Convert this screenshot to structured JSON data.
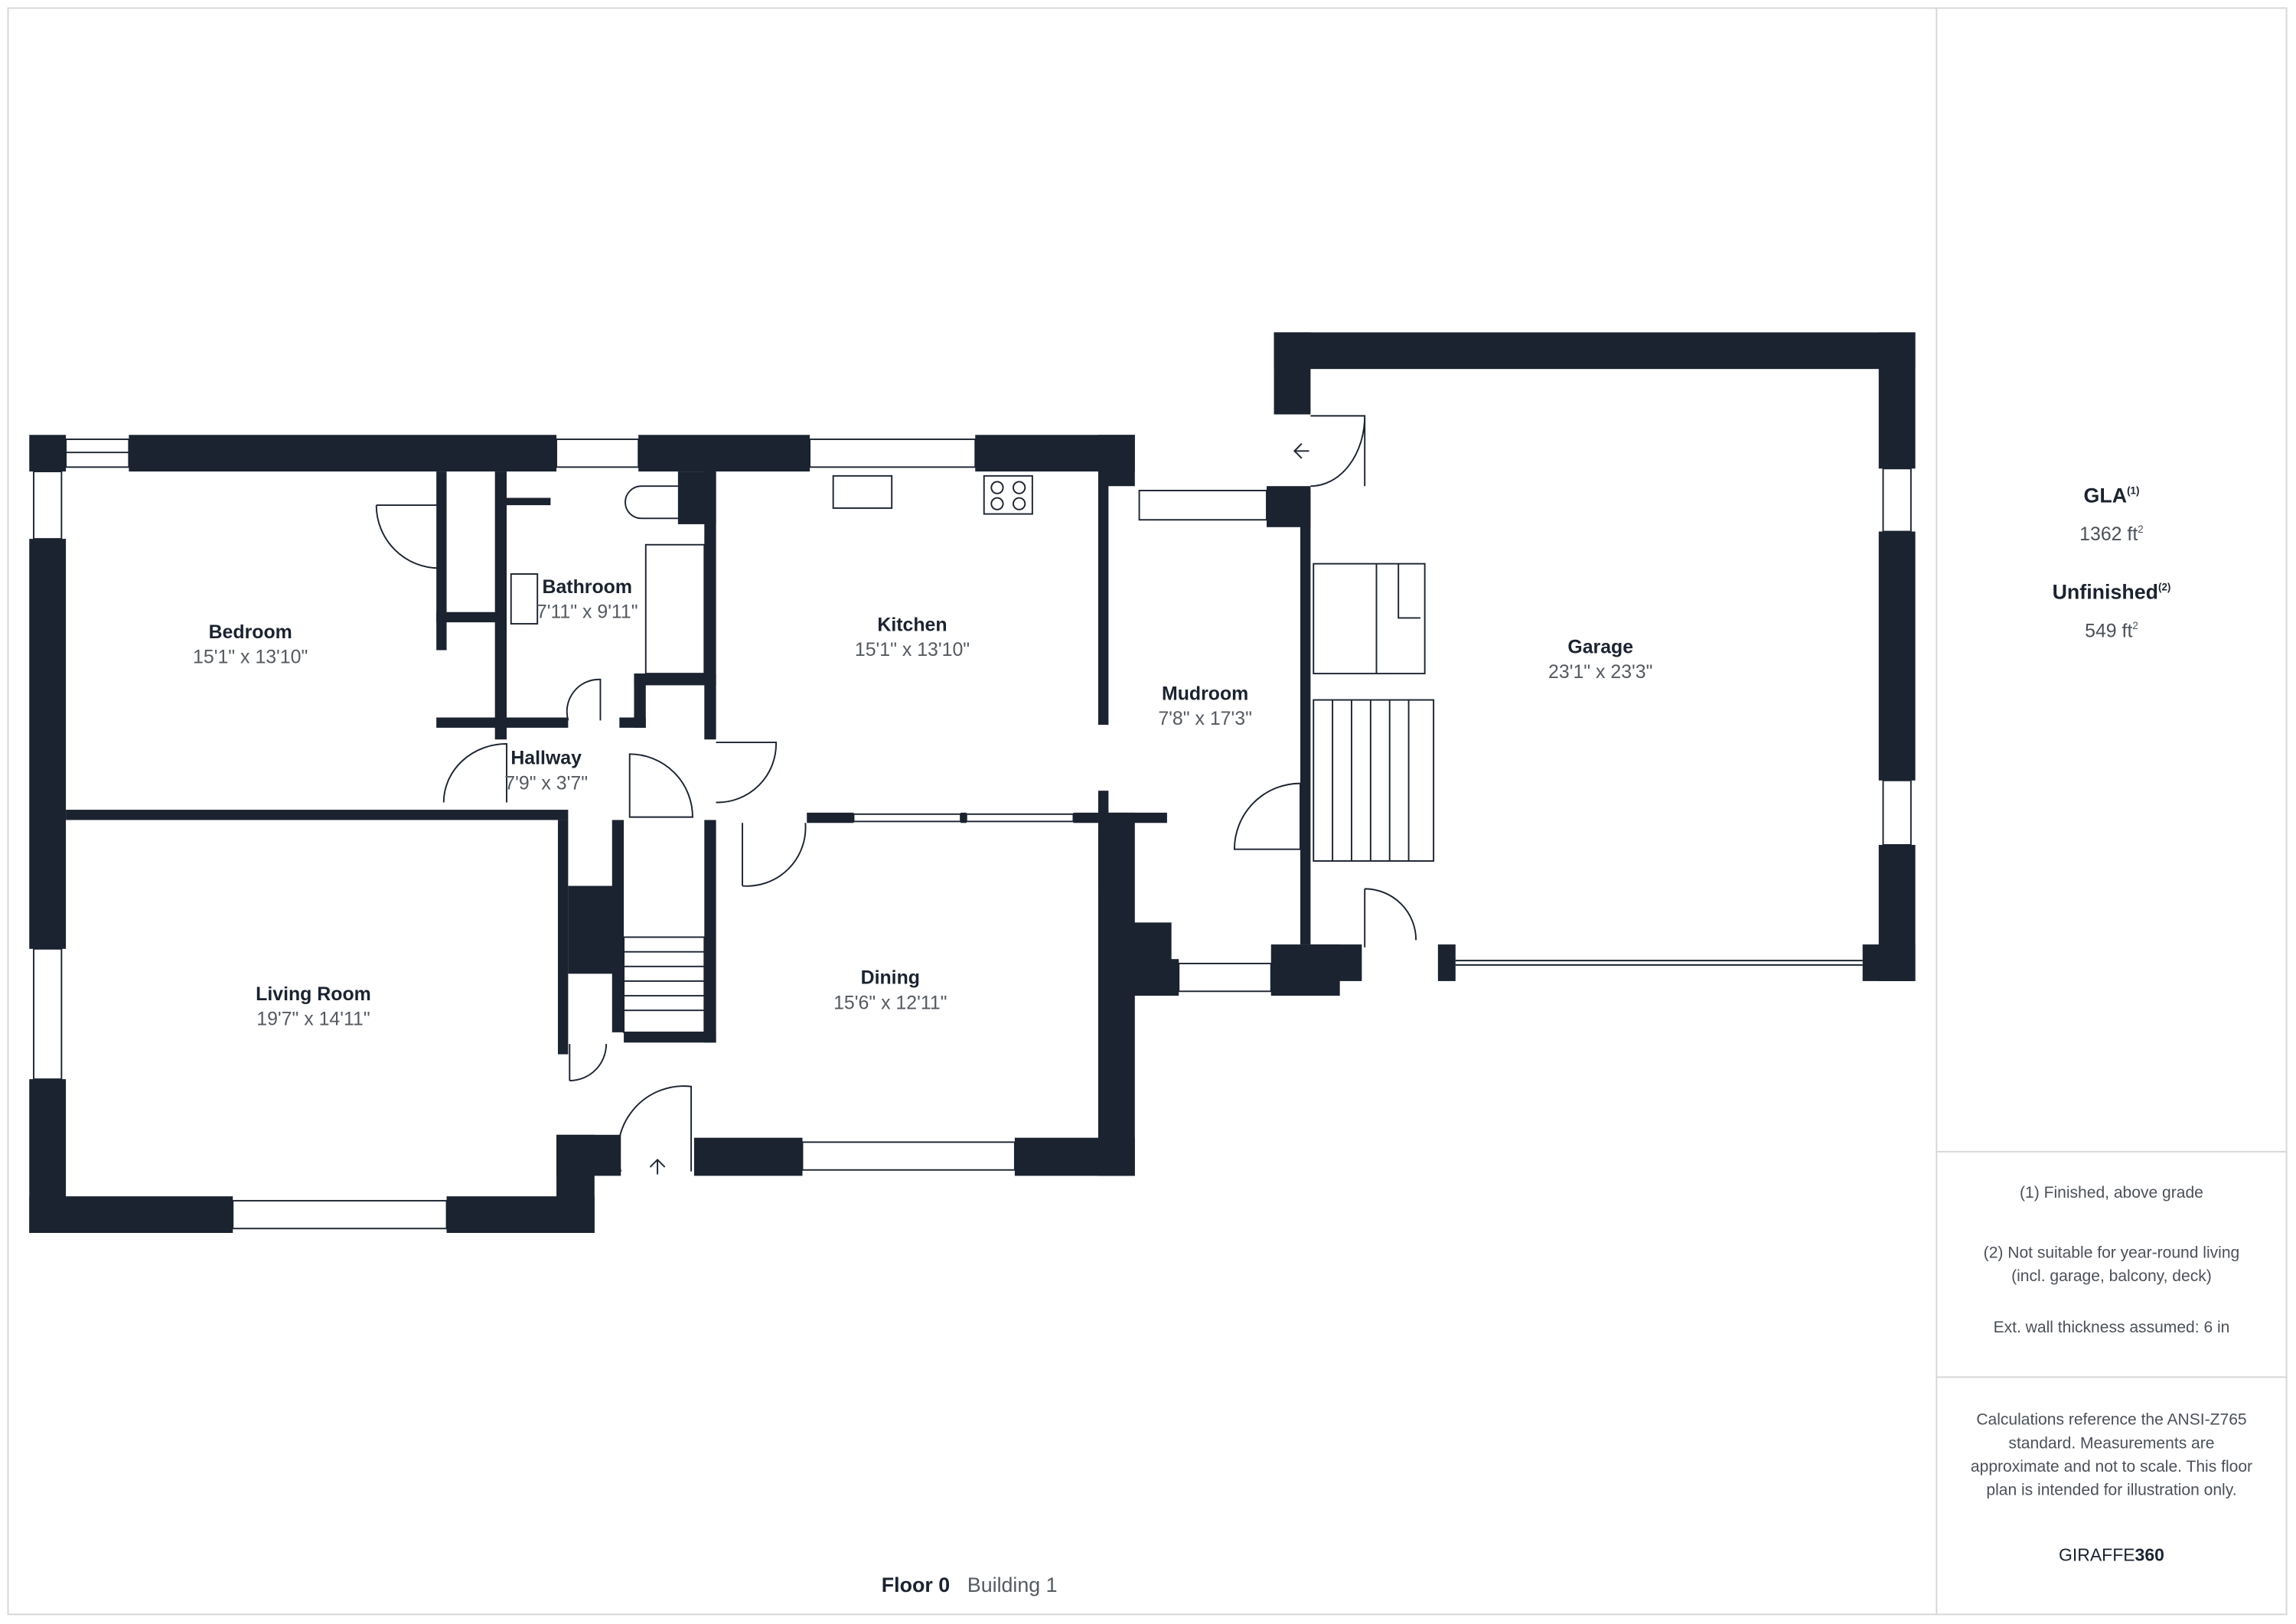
{
  "colors": {
    "wall": "#1b2330",
    "text_secondary": "#555a60",
    "border": "#d6d6d6"
  },
  "rooms": [
    {
      "name": "Bedroom",
      "dims": "15'1\" x 13'10\""
    },
    {
      "name": "Bathroom",
      "dims": "7'11\" x 9'11\""
    },
    {
      "name": "Kitchen",
      "dims": "15'1\" x 13'10\""
    },
    {
      "name": "Mudroom",
      "dims": "7'8\" x 17'3\""
    },
    {
      "name": "Garage",
      "dims": "23'1\" x 23'3\""
    },
    {
      "name": "Hallway",
      "dims": "7'9\" x 3'7\""
    },
    {
      "name": "Living Room",
      "dims": "19'7\" x 14'11\""
    },
    {
      "name": "Dining",
      "dims": "15'6\" x 12'11\""
    }
  ],
  "summary": {
    "gla_label": "GLA",
    "gla_note": "(1)",
    "gla_value": "1362 ft",
    "unfinished_label": "Unfinished",
    "unfinished_note": "(2)",
    "unfinished_value": "549 ft",
    "unit_power": "2"
  },
  "notes": {
    "note1": "(1) Finished, above grade",
    "note2_line1": "(2) Not suitable for year-round living",
    "note2_line2": "(incl. garage, balcony, deck)",
    "wall": "Ext. wall thickness assumed: 6 in",
    "disclaimer": "Calculations reference the ANSI-Z765 standard. Measurements are approximate and not to scale. This floor plan is intended for illustration only."
  },
  "brand": {
    "part1": "GIRAFFE",
    "part2": "360"
  },
  "footer": {
    "floor": "Floor 0",
    "building": "Building 1"
  }
}
